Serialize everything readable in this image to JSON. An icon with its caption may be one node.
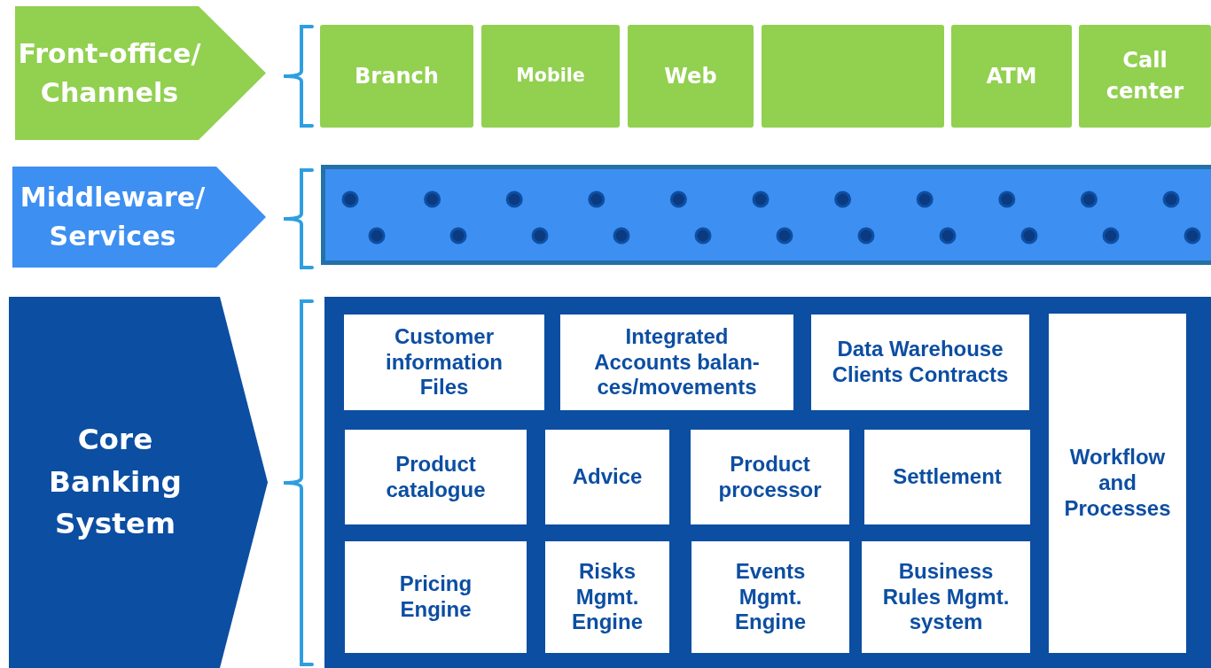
{
  "diagram": {
    "nodes": [
      {
        "text": [
          "Front-office/ Channels"
        ]
      },
      {
        "text": [
          "Branch"
        ]
      },
      {
        "text": [
          "Mobile"
        ]
      },
      {
        "text": [
          "Web"
        ]
      },
      {
        "text": [],
        "shape": "box"
      },
      {
        "text": [
          "ATM"
        ]
      },
      {
        "text": [
          "Call center"
        ]
      },
      {
        "text": [
          "Middleware/ Services"
        ]
      },
      {
        "text": [],
        "shape": "bar"
      },
      {
        "text": [
          "Core Banking System"
        ]
      },
      {
        "text": [],
        "shape": "box"
      },
      {
        "text": [
          "Customer information Files"
        ],
        "in": 10
      },
      {
        "text": [
          "Integrated Accounts balan- ces/movements"
        ],
        "in": 10
      },
      {
        "text": [
          "Data Warehouse Clients Contracts"
        ],
        "in": 10
      },
      {
        "text": [
          "Workflow and Processes"
        ],
        "in": 10
      },
      {
        "text": [
          "Product catalogue"
        ],
        "in": 10
      },
      {
        "text": [
          "Advice"
        ],
        "in": 10
      },
      {
        "text": [
          "Product processor"
        ],
        "in": 10
      },
      {
        "text": [
          "Settlement"
        ],
        "in": 10
      },
      {
        "text": [
          "Pricing Engine"
        ],
        "in": 10
      },
      {
        "text": [
          "Risks Mgmt. Engine"
        ],
        "in": 10
      },
      {
        "text": [
          "Events Mgmt. Engine"
        ],
        "in": 10
      },
      {
        "text": [
          "Business Rules Mgmt. system"
        ],
        "in": 10
      }
    ]
  }
}
